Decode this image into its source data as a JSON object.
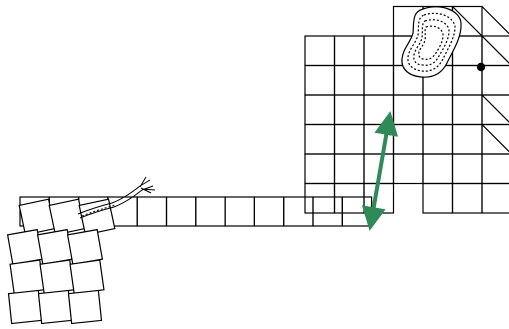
{
  "figure": {
    "subject": "elephant-and-chain-of-squares",
    "stroke_color": "#000000",
    "background_color": "#ffffff",
    "arrow_color": "#2e8b57"
  },
  "parts": {
    "elephant_head": "grid-of-squares",
    "elephant_ear": "dashed-contour",
    "elephant_eye": "dot",
    "trunk": "row-of-squares",
    "tail": "hanging-squares",
    "tail_tassel": "braided-cord",
    "measure": "double-headed-arrow"
  }
}
